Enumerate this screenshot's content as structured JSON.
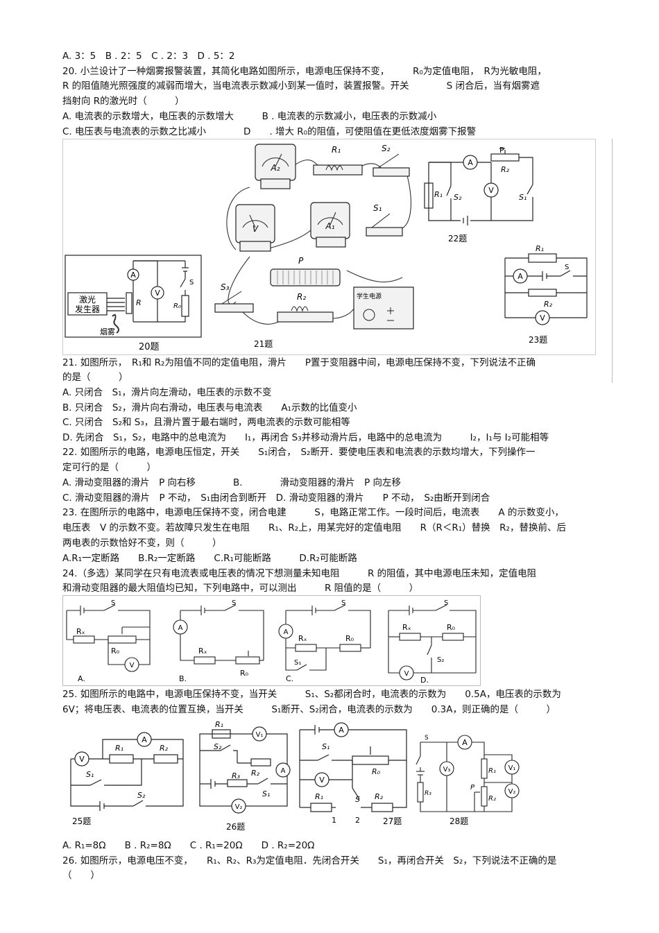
{
  "lines": [
    "A. 3：5　B . 2：5　C . 2：3　D . 5：2",
    "20. 小兰设计了一种烟雾报警装置，其简化电路如图所示，电源电压保持不变，　　　R₀为定值电阻，　R为光敏电阻，",
    "R 的阻值随光照强度的减弱而增大，当电流表示数减小到某一值时，装置报警。开关　　　　S 闭合后，当有烟雾遮",
    "挡射向 R的激光时（　　　）",
    "A. 电流表的示数增大，电压表的示数增大　　　B . 电流表的示数减小，电压表的示数减小",
    "C. 电压表与电流表的示数之比减小　　　　D　　. 增大 R₀的阻值，可使阻值在更低浓度烟雾下报警",
    "21. 如图所示，　R₁和 R₂为阻值不同的定值电阻，滑片　　P置于变阻器中间，电源电压保持不变，下列说法不正确",
    "的是（　　　）",
    "A. 只闭合　S₁，滑片向左滑动，电压表的示数不变",
    "B. 只闭合　S₂，滑片向右滑动，电压表与电流表　　A₁示数的比值变小",
    "C. 只闭合　S₂和 S₃，且滑片置于最右端时，两电流表的示数可能相等",
    "D. 先闭合　S₁，S₂，电路中的总电流为　　I₁，再闭合 S₃并移动滑片后，电路中的总电流为　　　I₂，I₁与 I₂可能相等",
    "22. 如图所示的电路，电源电压恒定，开关　　S₁闭合，　S₂断开．要使电压表和电流表的示数均增大，下列操作一",
    "定可行的是（　　　）",
    "A. 滑动变阻器的滑片　P 向右移　　　　B.　　　　滑动变阻器的滑片　P 向左移",
    "C. 滑动变阻器的滑片　P 不动，　S₁由闭合到断开　D. 滑动变阻器的滑片　　P 不动，　S₂由断开到闭合",
    "23. 在图所示的电路中，电源电压保持不变，闭合电建　　　S，电路正常工作。一段时间后，电流表　　A 的示数变小，",
    "电压表　V 的示数不变。若故障只发生在电阻　　R₁、R₂上，用某完好的定值电阻　　R（R＜R₁）替换　R₂，替换前、后",
    "两电表的示数恰好不变，则（　　　）",
    "A.R₁一定断路　　B.R₂一定断路　　C.R₁可能断路　　　D.R₂可能断路",
    "24.（多选）某同学在只有电流表或电压表的情况下想测量未知电阻　　　R 的阻值，其中电源电压未知，定值电阻",
    "和滑动变阻器的最大阻值均已知，下列电路中，可以测出　　　R 阻值的是（　　　）",
    "25. 如图所示的电路中，电源电压保持不变，当开关　　　S₁、S₂都闭合时，电流表的示数为　　0.5A，电压表的示数为",
    "6V；将电压表、电流表的位置互换，当开关　　　S₁断开、S₂闭合，电流表的示数为　　0.3A，则正确的是（　　　）",
    "A. R₁=8Ω　　B . R₂=8Ω　　C . R₁=20Ω　　D . R₂=20Ω",
    "26. 如图所示，电源电压不变，　　R₁、R₂、R₃为定值电阻．先闭合开关　　S₁，再闭合开关　S₂，下列说法不正确的是",
    "（　　）"
  ],
  "fig20": {
    "laser": "激光",
    "generator": "发生器",
    "smoke": "烟雾",
    "A": "A",
    "V": "V",
    "R": "R",
    "R0": "R₀",
    "S": "S",
    "cap": "20题"
  },
  "fig21": {
    "A2": "A₂",
    "A1": "A₁",
    "V": "V",
    "R1": "R₁",
    "R2": "R₂",
    "S1": "S₁",
    "S2": "S₂",
    "S3": "S₃",
    "P": "P",
    "supply": "学生电源",
    "cap": "21题"
  },
  "fig22": {
    "A": "A",
    "V": "V",
    "P": "P",
    "R1": "R₁",
    "R2": "R₂",
    "S1": "S₁",
    "S2": "S₂",
    "cap": "22题"
  },
  "fig23": {
    "R1": "R₁",
    "R2": "R₂",
    "A": "A",
    "V": "V",
    "S": "S",
    "cap": "23题"
  },
  "fig24": {
    "a": {
      "Rx": "Rₓ",
      "R0": "R₀",
      "S": "S",
      "V": "V",
      "label": "A."
    },
    "b": {
      "A": "A",
      "Rx": "Rₓ",
      "R0": "R₀",
      "S": "S",
      "label": "B."
    },
    "c": {
      "A": "A",
      "Rx": "Rₓ",
      "R0": "R₀",
      "S": "S",
      "S1": "S₁",
      "label": "C."
    },
    "d": {
      "Rx": "Rₓ",
      "R0": "R₀",
      "S": "S",
      "S2": "S₂",
      "V": "V",
      "label": "D."
    }
  },
  "fig25": {
    "V": "V",
    "A": "A",
    "R1": "R₁",
    "R2": "R₂",
    "S1": "S₁",
    "S2": "S₂",
    "cap": "25题"
  },
  "fig26": {
    "R1": "R₁",
    "R2": "R₂",
    "R3": "R₃",
    "V1": "V₁",
    "V2": "V₂",
    "A": "A",
    "S1": "S₁",
    "S2": "S₂",
    "cap": "26题"
  },
  "fig27": {
    "A": "A",
    "V": "V",
    "S1": "S₁",
    "S": "S",
    "R0": "R₀",
    "R1": "R₁",
    "R2": "R₂",
    "n1": "1",
    "n2": "2",
    "cap": "27题"
  },
  "fig28": {
    "S": "S",
    "A": "A",
    "V3": "V₃",
    "V1": "V₁",
    "V2": "V₂",
    "R1": "R₁",
    "R2": "R₂",
    "R3": "R₃",
    "P": "P",
    "cap": "28题"
  }
}
